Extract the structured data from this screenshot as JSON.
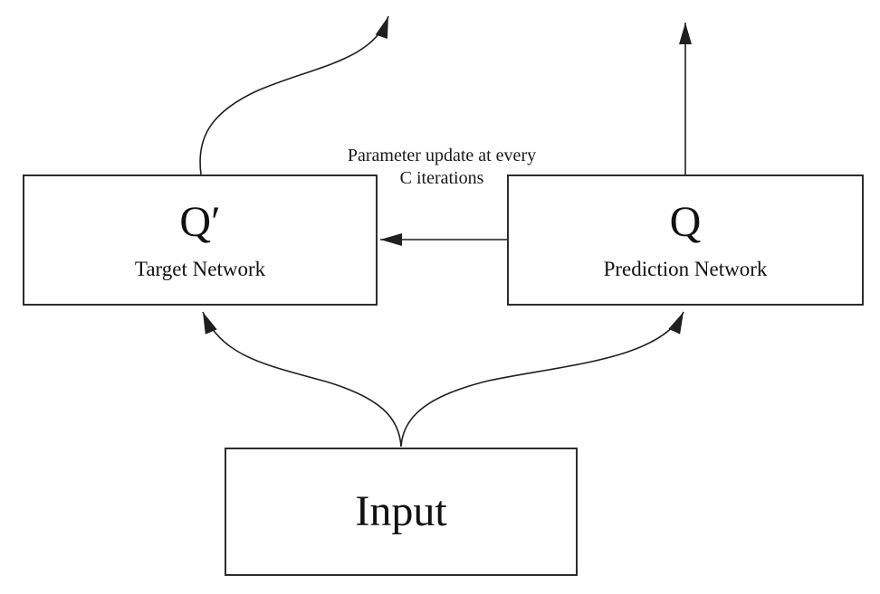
{
  "diagram": {
    "annotation": {
      "line1": "Parameter update at every",
      "line2": "C iterations"
    },
    "target_box": {
      "symbol": "Q′",
      "label": "Target Network"
    },
    "prediction_box": {
      "symbol": "Q",
      "label": "Prediction Network"
    },
    "input_box": {
      "label": "Input"
    },
    "colors": {
      "background": "#ffffff",
      "line": "#1f1f1f",
      "box_border": "#2d2d2d",
      "text": "#111111"
    }
  }
}
